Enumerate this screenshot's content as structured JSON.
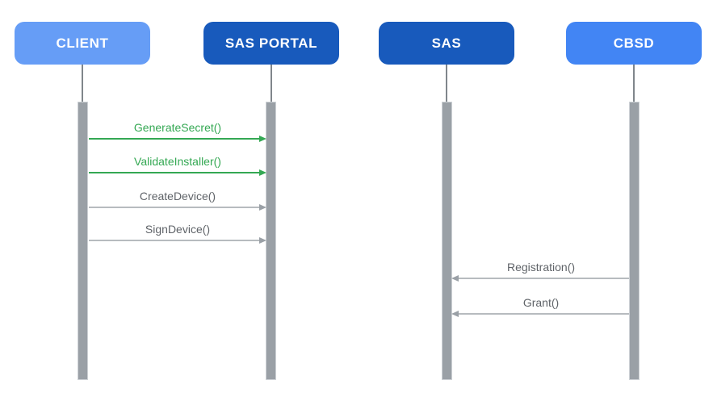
{
  "diagram": {
    "type": "sequence-diagram",
    "actors": [
      {
        "label": "CLIENT",
        "fill": "#669df6"
      },
      {
        "label": "SAS PORTAL",
        "fill": "#185abc"
      },
      {
        "label": "SAS",
        "fill": "#185abc"
      },
      {
        "label": "CBSD",
        "fill": "#4285f4"
      }
    ],
    "messages": [
      {
        "label": "GenerateSecret()",
        "from": "CLIENT",
        "to": "SAS PORTAL",
        "direction": "right",
        "text_color": "#34a853",
        "line_color": "#34a853",
        "head_color": "#34a853"
      },
      {
        "label": "ValidateInstaller()",
        "from": "CLIENT",
        "to": "SAS PORTAL",
        "direction": "right",
        "text_color": "#34a853",
        "line_color": "#34a853",
        "head_color": "#34a853"
      },
      {
        "label": "CreateDevice()",
        "from": "CLIENT",
        "to": "SAS PORTAL",
        "direction": "right",
        "text_color": "#5f6368",
        "line_color": "#b7bbbf",
        "head_color": "#9aa0a6"
      },
      {
        "label": "SignDevice()",
        "from": "CLIENT",
        "to": "SAS PORTAL",
        "direction": "right",
        "text_color": "#5f6368",
        "line_color": "#b7bbbf",
        "head_color": "#9aa0a6"
      },
      {
        "label": "Registration()",
        "from": "CBSD",
        "to": "SAS",
        "direction": "left",
        "text_color": "#5f6368",
        "line_color": "#b7bbbf",
        "head_color": "#9aa0a6"
      },
      {
        "label": "Grant()",
        "from": "CBSD",
        "to": "SAS",
        "direction": "left",
        "text_color": "#5f6368",
        "line_color": "#b7bbbf",
        "head_color": "#9aa0a6"
      }
    ],
    "palette": {
      "activation_fill": "#9aa0a6",
      "activation_border": "#cdd1d5",
      "lifeline_stub": "#80868b",
      "background": "#ffffff"
    }
  }
}
